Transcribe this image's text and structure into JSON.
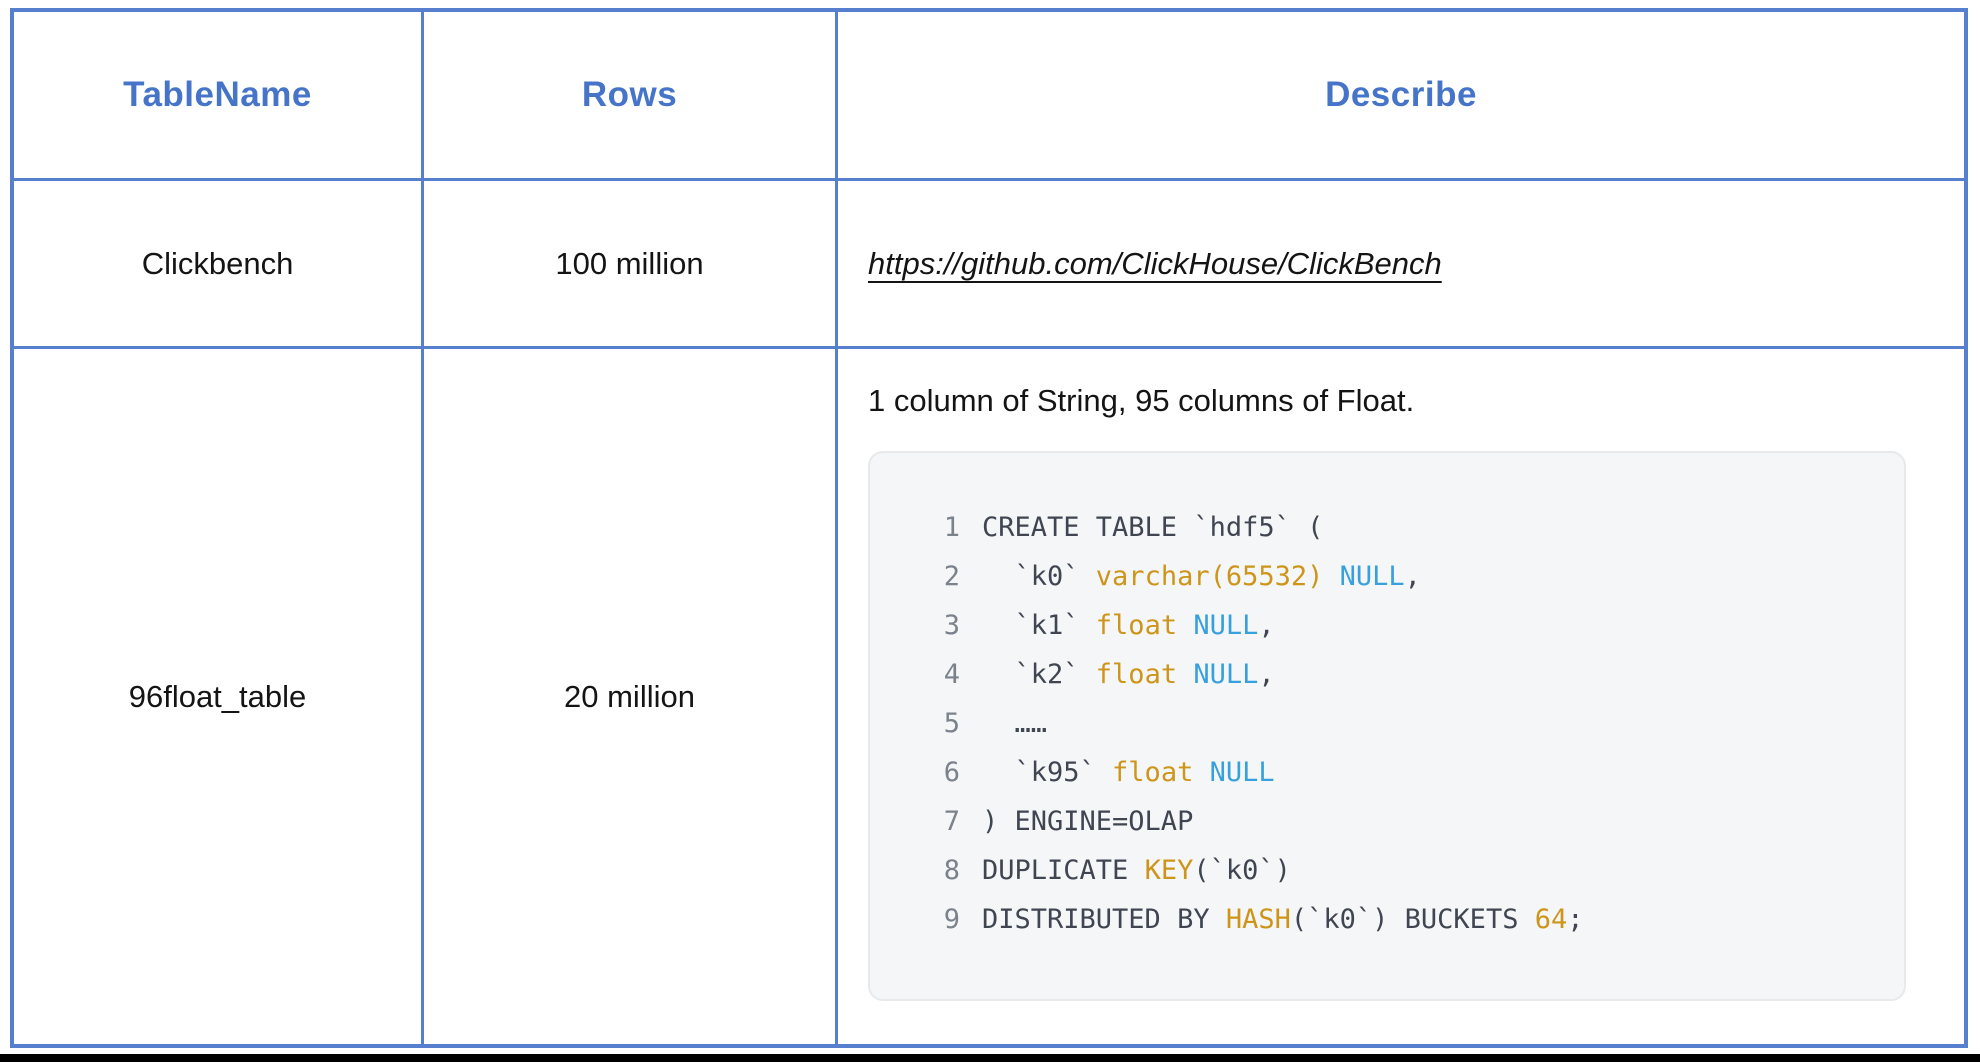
{
  "colors": {
    "table_border": "#577fd0",
    "header_text": "#4674c9",
    "body_text": "#141414",
    "code_background": "#f5f6f7",
    "code_plain_text": "#3f4652",
    "code_line_number": "#7a828c",
    "code_keyword": "#ce951b",
    "code_null": "#38a0dc",
    "bottom_rule": "#000000"
  },
  "table": {
    "headers": [
      "TableName",
      "Rows",
      "Describe"
    ],
    "rows": [
      {
        "table_name": "Clickbench",
        "row_count": "100 million",
        "describe": {
          "link": "https://github.com/ClickHouse/ClickBench"
        }
      },
      {
        "table_name": "96float_table",
        "row_count": "20 million",
        "describe": {
          "text": "1 column of String, 95 columns of Float.",
          "code_block": {
            "lines": [
              {
                "num": "1",
                "tokens": [
                  {
                    "text": "CREATE TABLE `hdf5` (",
                    "color": "plain"
                  }
                ]
              },
              {
                "num": "2",
                "tokens": [
                  {
                    "text": "  `k0` ",
                    "color": "plain"
                  },
                  {
                    "text": "varchar(65532)",
                    "color": "keyword"
                  },
                  {
                    "text": " ",
                    "color": "plain"
                  },
                  {
                    "text": "NULL",
                    "color": "null"
                  },
                  {
                    "text": ",",
                    "color": "plain"
                  }
                ]
              },
              {
                "num": "3",
                "tokens": [
                  {
                    "text": "  `k1` ",
                    "color": "plain"
                  },
                  {
                    "text": "float",
                    "color": "keyword"
                  },
                  {
                    "text": " ",
                    "color": "plain"
                  },
                  {
                    "text": "NULL",
                    "color": "null"
                  },
                  {
                    "text": ",",
                    "color": "plain"
                  }
                ]
              },
              {
                "num": "4",
                "tokens": [
                  {
                    "text": "  `k2` ",
                    "color": "plain"
                  },
                  {
                    "text": "float",
                    "color": "keyword"
                  },
                  {
                    "text": " ",
                    "color": "plain"
                  },
                  {
                    "text": "NULL",
                    "color": "null"
                  },
                  {
                    "text": ",",
                    "color": "plain"
                  }
                ]
              },
              {
                "num": "5",
                "tokens": [
                  {
                    "text": "  ……",
                    "color": "plain"
                  }
                ]
              },
              {
                "num": "6",
                "tokens": [
                  {
                    "text": "  `k95` ",
                    "color": "plain"
                  },
                  {
                    "text": "float",
                    "color": "keyword"
                  },
                  {
                    "text": " ",
                    "color": "plain"
                  },
                  {
                    "text": "NULL",
                    "color": "null"
                  }
                ]
              },
              {
                "num": "7",
                "tokens": [
                  {
                    "text": ") ENGINE=OLAP",
                    "color": "plain"
                  }
                ]
              },
              {
                "num": "8",
                "tokens": [
                  {
                    "text": "DUPLICATE ",
                    "color": "plain"
                  },
                  {
                    "text": "KEY",
                    "color": "keyword"
                  },
                  {
                    "text": "(`k0`)",
                    "color": "plain"
                  }
                ]
              },
              {
                "num": "9",
                "tokens": [
                  {
                    "text": "DISTRIBUTED BY ",
                    "color": "plain"
                  },
                  {
                    "text": "HASH",
                    "color": "keyword"
                  },
                  {
                    "text": "(`k0`) BUCKETS ",
                    "color": "plain"
                  },
                  {
                    "text": "64",
                    "color": "number"
                  },
                  {
                    "text": ";",
                    "color": "plain"
                  }
                ]
              }
            ]
          }
        }
      }
    ]
  }
}
